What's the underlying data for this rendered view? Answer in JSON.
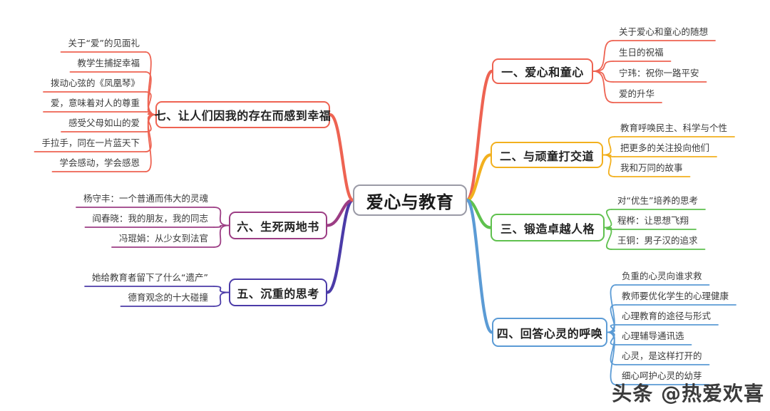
{
  "root": {
    "label": "爱心与教育",
    "color": "#9a9aa6"
  },
  "watermark": "头条 @热爱欢喜",
  "branches": [
    {
      "id": "branch-1",
      "label": "一、爱心和童心",
      "color": "#EE6352",
      "side": "right",
      "children": [
        "关于爱心和童心的随想",
        "生日的祝福",
        "宁玮：祝你一路平安",
        "爱的升华"
      ]
    },
    {
      "id": "branch-2",
      "label": "二、与顽童打交道",
      "color": "#F2B01E",
      "side": "right",
      "children": [
        "教育呼唤民主、科学与个性",
        "把更多的关注投向他们",
        "我和万同的故事"
      ]
    },
    {
      "id": "branch-3",
      "label": "三、锻造卓越人格",
      "color": "#5FC14E",
      "side": "right",
      "children": [
        "对“优生”培养的思考",
        "程桦：让思想飞翔",
        "王铜：男子汉的追求"
      ]
    },
    {
      "id": "branch-4",
      "label": "四、回答心灵的呼唤",
      "color": "#5B9BD5",
      "side": "right",
      "children": [
        "负重的心灵向谁求救",
        "教师要优化学生的心理健康",
        "心理教育的途径与形式",
        "心理辅导通讯选",
        "心灵，是这样打开的",
        "细心呵护心灵的幼芽"
      ]
    },
    {
      "id": "branch-5",
      "label": "五、沉重的思考",
      "color": "#4B3BA8",
      "side": "left",
      "children": [
        "她给教育者留下了什么“遗产”",
        "德育观念的十大碰撞"
      ]
    },
    {
      "id": "branch-6",
      "label": "六、生死两地书",
      "color": "#9C3D84",
      "side": "left",
      "children": [
        "杨守丰：一个普通而伟大的灵魂",
        "阎春晓：我的朋友，我的同志",
        "冯琨娟：从少女到法官"
      ]
    },
    {
      "id": "branch-7",
      "label": "七、让人们因我的存在而感到幸福",
      "color": "#EE6352",
      "side": "left",
      "children": [
        "关于“爱”的见面礼",
        "教学生捕捉幸福",
        "拨动心弦的《凤凰琴》",
        "爱，意味着对人的尊重",
        "感受父母如山的爱",
        "手拉手，同在一片蓝天下",
        "学会感动，学会感恩"
      ]
    }
  ]
}
